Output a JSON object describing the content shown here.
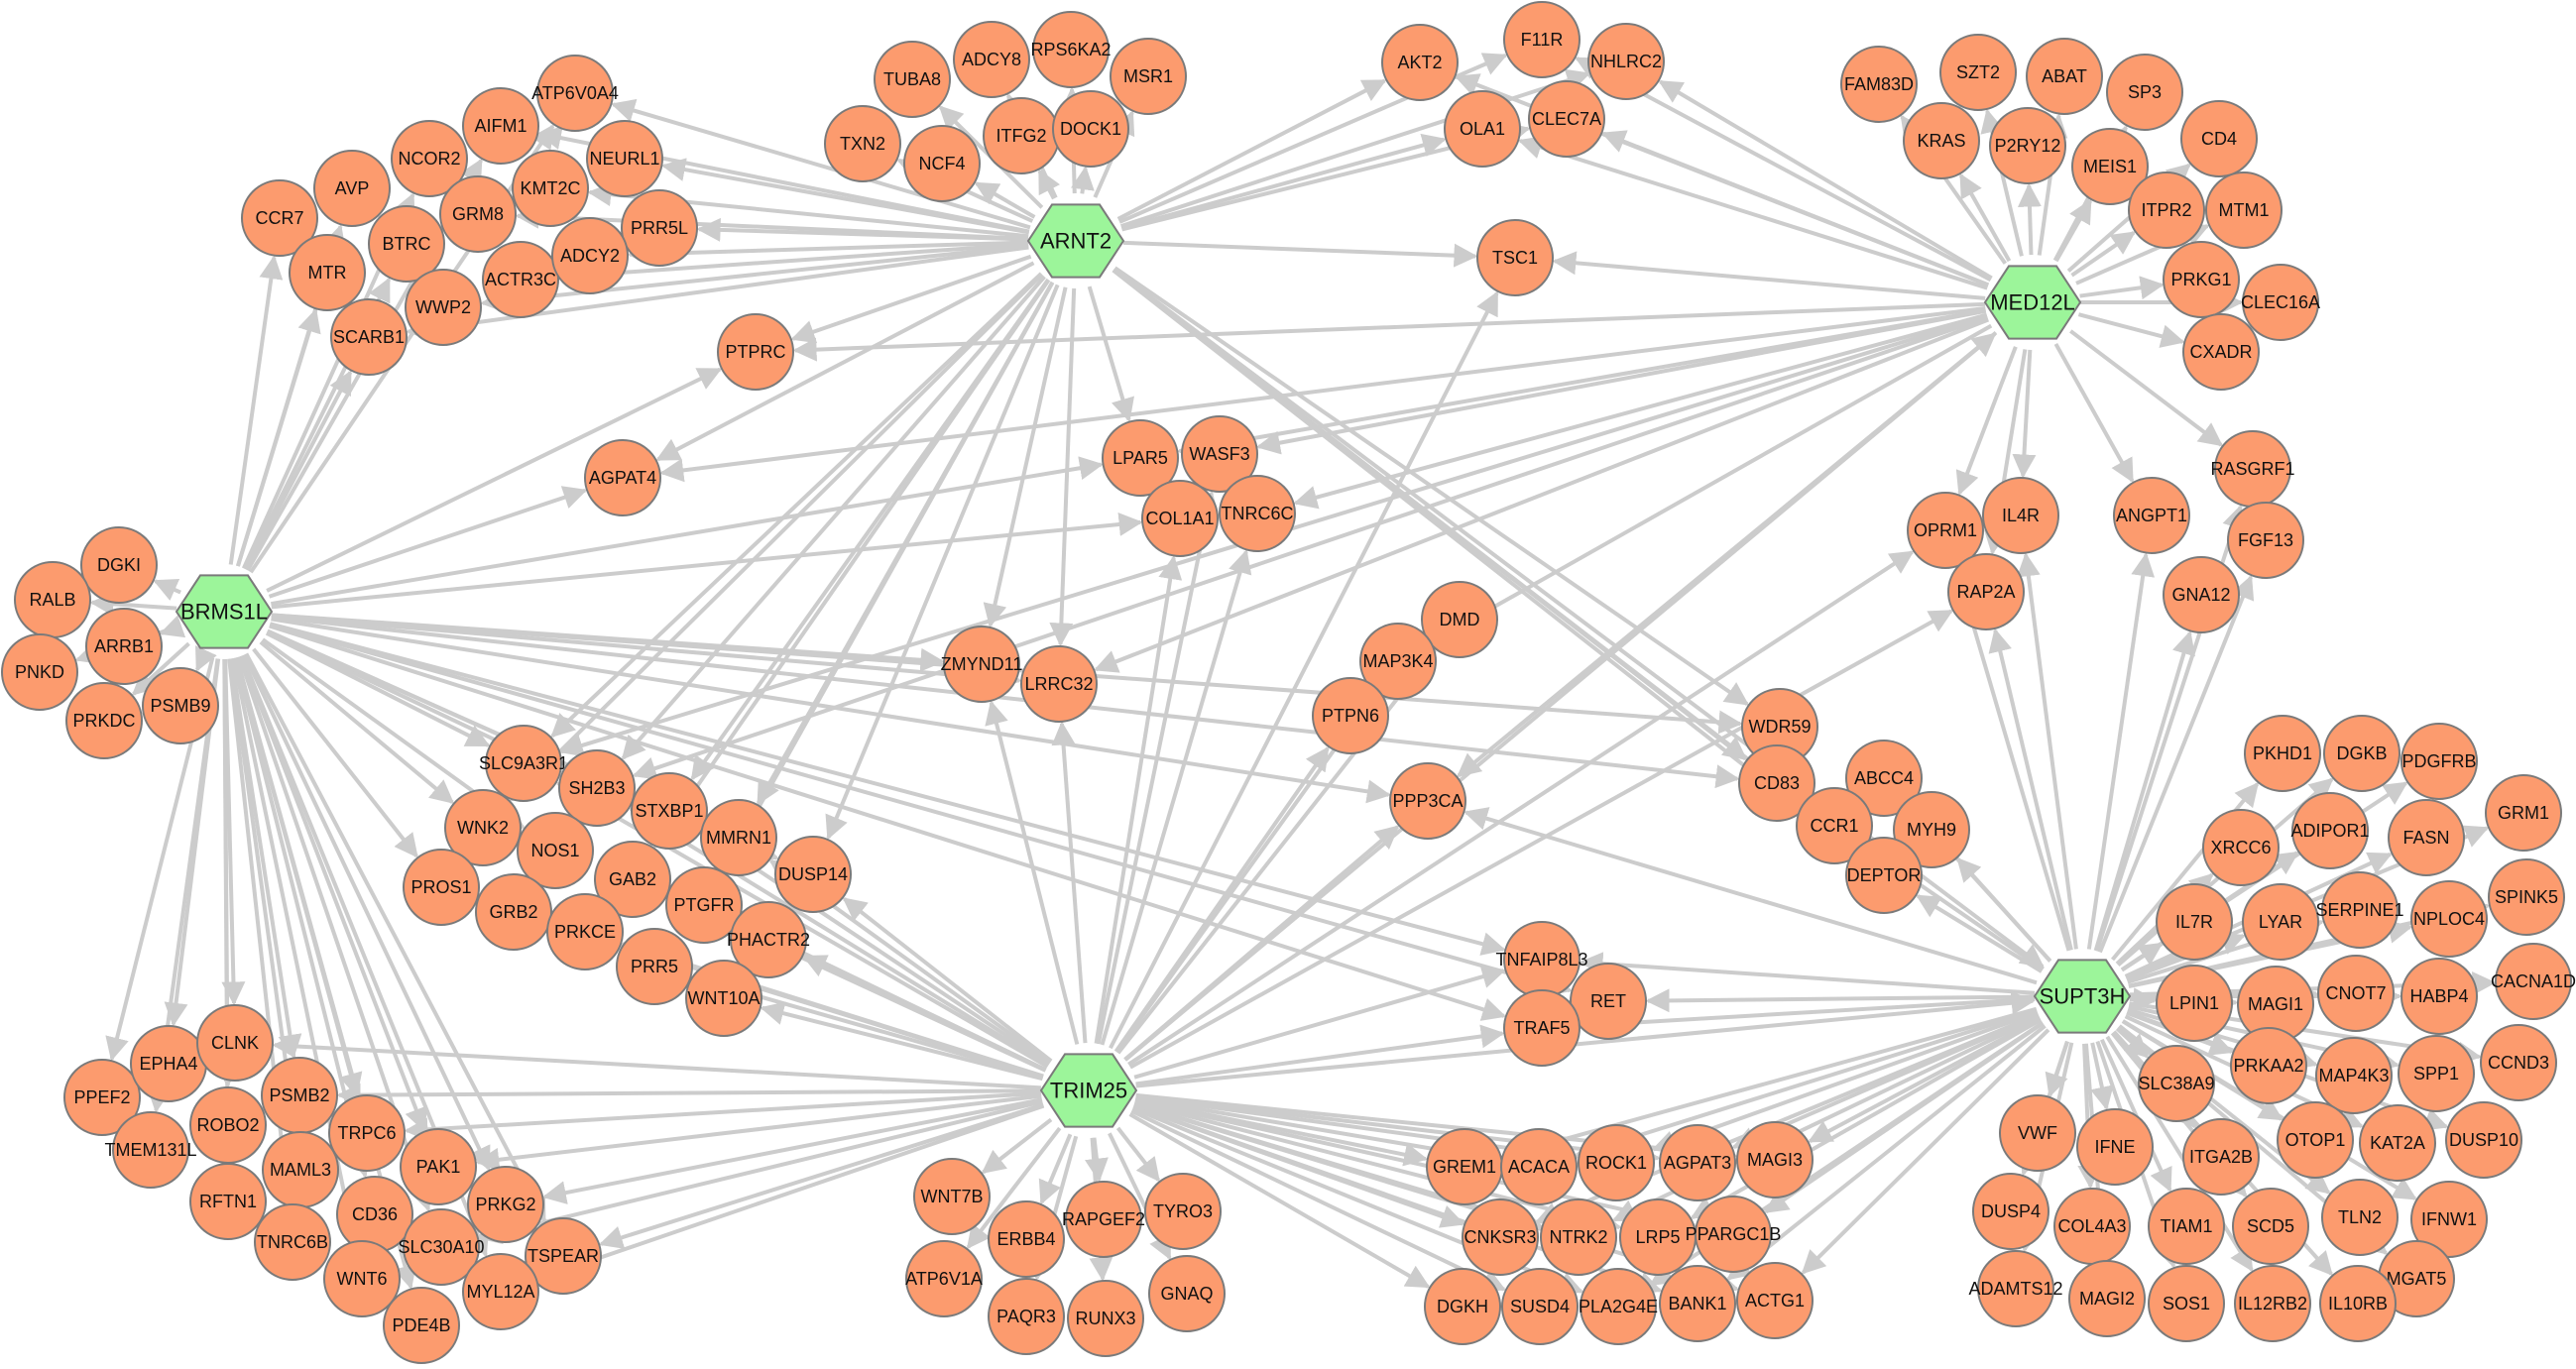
{
  "colors": {
    "gene_fill": "#fc9b6e",
    "hub_fill": "#9cf59a",
    "edge": "#cccccc",
    "stroke": "#7a7a7a"
  },
  "hubs": [
    "ARNT2",
    "MED12L",
    "BRMS1L",
    "TRIM25",
    "SUPT3H"
  ],
  "genes": [
    "TUBA8",
    "ADCY8",
    "RPS6KA2",
    "MSR1",
    "TXN2",
    "NCF4",
    "ITFG2",
    "DOCK1",
    "AKT2",
    "F11R",
    "NHLRC2",
    "OLA1",
    "CLEC7A",
    "FAM83D",
    "SZT2",
    "ABAT",
    "SP3",
    "KRAS",
    "P2RY12",
    "MEIS1",
    "CD4",
    "ITPR2",
    "MTM1",
    "PRKG1",
    "CLEC16A",
    "CXADR",
    "ATP6V0A4",
    "AIFM1",
    "NCOR2",
    "NEURL1",
    "AVP",
    "KMT2C",
    "GRM8",
    "PRR5L",
    "CCR7",
    "BTRC",
    "ACTR3C",
    "ADCY2",
    "MTR",
    "WWP2",
    "SCARB1",
    "TSC1",
    "PTPRC",
    "AGPAT4",
    "LPAR5",
    "WASF3",
    "COL1A1",
    "TNRC6C",
    "RASGRF1",
    "ANGPT1",
    "FGF13",
    "GNA12",
    "OPRM1",
    "IL4R",
    "RAP2A",
    "DGKI",
    "RALB",
    "ARRB1",
    "PNKD",
    "PSMB9",
    "PRKDC",
    "ZMYND11",
    "LRRC32",
    "DMD",
    "MAP3K4",
    "PTPN6",
    "WDR59",
    "ABCC4",
    "CD83",
    "CCR1",
    "MYH9",
    "DEPTOR",
    "PPP3CA",
    "SLC9A3R1",
    "SH2B3",
    "STXBP1",
    "WNK2",
    "NOS1",
    "MMRN1",
    "PROS1",
    "GAB2",
    "DUSP14",
    "GRB2",
    "PTGFR",
    "PRKCE",
    "PHACTR2",
    "PRR5",
    "WNT10A",
    "TNFAIP8L3",
    "RET",
    "TRAF5",
    "PKHD1",
    "DGKB",
    "PDGFRB",
    "GRM1",
    "XRCC6",
    "ADIPOR1",
    "FASN",
    "SPINK5",
    "IL7R",
    "LYAR",
    "SERPINE1",
    "NPLOC4",
    "CACNA1D",
    "LPIN1",
    "MAGI1",
    "CNOT7",
    "HABP4",
    "SLC38A9",
    "PRKAA2",
    "MAP4K3",
    "SPP1",
    "CCND3",
    "ITGA2B",
    "OTOP1",
    "KAT2A",
    "DUSP10",
    "VWF",
    "IFNE",
    "TLN2",
    "IFNW1",
    "DUSP4",
    "COL4A3",
    "TIAM1",
    "SCD5",
    "MGAT5",
    "ADAMTS12",
    "MAGI2",
    "SOS1",
    "IL12RB2",
    "IL10RB",
    "PPEF2",
    "EPHA4",
    "CLNK",
    "PSMB2",
    "TMEM131L",
    "ROBO2",
    "MAML3",
    "TRPC6",
    "RFTN1",
    "PAK1",
    "CD36",
    "TNRC6B",
    "SLC30A10",
    "PRKG2",
    "WNT6",
    "TSPEAR",
    "PDE4B",
    "MYL12A",
    "WNT7B",
    "ERBB4",
    "RAPGEF2",
    "TYRO3",
    "ATP6V1A",
    "PAQR3",
    "RUNX3",
    "GNAQ",
    "GREM1",
    "ACACA",
    "ROCK1",
    "AGPAT3",
    "MAGI3",
    "CNKSR3",
    "NTRK2",
    "LRP5",
    "PPARGC1B",
    "DGKH",
    "SUSD4",
    "PLA2G4E",
    "BANK1",
    "ACTG1"
  ],
  "edges": [
    [
      "ARNT2",
      [
        "TUBA8",
        "ADCY8",
        "RPS6KA2",
        "MSR1",
        "TXN2",
        "NCF4",
        "ITFG2",
        "DOCK1",
        "AKT2",
        "F11R",
        "NHLRC2",
        "OLA1",
        "CLEC7A",
        "TSC1",
        "PTPRC",
        "AGPAT4",
        "LPAR5",
        "ATP6V0A4",
        "AIFM1",
        "NEURL1",
        "KMT2C",
        "GRM8",
        "PRR5L",
        "ACTR3C",
        "ADCY2",
        "WWP2",
        "SCARB1",
        "ZMYND11",
        "LRRC32",
        "SLC9A3R1",
        "SH2B3",
        "STXBP1",
        "WNK2",
        "MMRN1",
        "DUSP14",
        "GAB2",
        "PTGFR",
        "WDR59",
        "CD83",
        "CCR1",
        "DEPTOR",
        "SUPT3H"
      ]
    ],
    [
      "MED12L",
      [
        "FAM83D",
        "SZT2",
        "ABAT",
        "SP3",
        "KRAS",
        "P2RY12",
        "MEIS1",
        "CD4",
        "ITPR2",
        "MTM1",
        "PRKG1",
        "CLEC16A",
        "CXADR",
        "AKT2",
        "F11R",
        "NHLRC2",
        "OLA1",
        "CLEC7A",
        "TSC1",
        "PTPRC",
        "AGPAT4",
        "LPAR5",
        "WASF3",
        "TNRC6C",
        "RASGRF1",
        "ANGPT1",
        "OPRM1",
        "IL4R",
        "RAP2A",
        "LRRC32",
        "PPP3CA",
        "MAP3K4",
        "SLC9A3R1",
        "SH2B3"
      ]
    ],
    [
      "BRMS1L",
      [
        "DGKI",
        "RALB",
        "ARRB1",
        "PNKD",
        "PSMB9",
        "PRKDC",
        "CCR7",
        "MTR",
        "AVP",
        "BTRC",
        "SCARB1",
        "AIFM1",
        "NCOR2",
        "ATP6V0A4",
        "PTPRC",
        "AGPAT4",
        "COL1A1",
        "LPAR5",
        "ZMYND11",
        "LRRC32",
        "PPP3CA",
        "WNK2",
        "PROS1",
        "SLC9A3R1",
        "SH2B3",
        "NOS1",
        "STXBP1",
        "DUSP14",
        "TNFAIP8L3",
        "RET",
        "TRAF5",
        "PPEF2",
        "EPHA4",
        "CLNK",
        "PSMB2",
        "TMEM131L",
        "ROBO2",
        "MAML3",
        "TRPC6",
        "RFTN1",
        "PAK1",
        "CD36",
        "TNRC6B",
        "SLC30A10",
        "PRKG2",
        "WNT6",
        "TSPEAR",
        "PDE4B",
        "MYL12A",
        "WDR59",
        "CD83"
      ]
    ],
    [
      "TRIM25",
      [
        "PTPN6",
        "MAP3K4",
        "DMD",
        "TSC1",
        "ZMYND11",
        "LRRC32",
        "COL1A1",
        "TNRC6C",
        "WASF3",
        "MMRN1",
        "DUSP14",
        "PHACTR2",
        "WNT10A",
        "PRR5",
        "PTGFR",
        "GAB2",
        "PRKCE",
        "GRB2",
        "SLC9A3R1",
        "SH2B3",
        "STXBP1",
        "CLNK",
        "PSMB2",
        "TRPC6",
        "PAK1",
        "PRKG2",
        "TSPEAR",
        "SLC30A10",
        "MYL12A",
        "WNT7B",
        "ERBB4",
        "RAPGEF2",
        "TYRO3",
        "ATP6V1A",
        "PAQR3",
        "RUNX3",
        "GNAQ",
        "GREM1",
        "ACACA",
        "ROCK1",
        "AGPAT3",
        "MAGI3",
        "CNKSR3",
        "NTRK2",
        "LRP5",
        "PPARGC1B",
        "DGKH",
        "SUSD4",
        "PLA2G4E",
        "BANK1",
        "ACTG1",
        "TNFAIP8L3",
        "TRAF5",
        "RAP2A",
        "OPRM1",
        "PPP3CA",
        "SUPT3H",
        "MED12L"
      ]
    ],
    [
      "SUPT3H",
      [
        "PKHD1",
        "DGKB",
        "PDGFRB",
        "GRM1",
        "XRCC6",
        "ADIPOR1",
        "FASN",
        "SPINK5",
        "IL7R",
        "LYAR",
        "SERPINE1",
        "NPLOC4",
        "CACNA1D",
        "LPIN1",
        "MAGI1",
        "CNOT7",
        "HABP4",
        "SLC38A9",
        "PRKAA2",
        "MAP4K3",
        "SPP1",
        "CCND3",
        "ITGA2B",
        "OTOP1",
        "KAT2A",
        "DUSP10",
        "VWF",
        "IFNE",
        "TLN2",
        "IFNW1",
        "DUSP4",
        "COL4A3",
        "TIAM1",
        "SCD5",
        "MGAT5",
        "ADAMTS12",
        "MAGI2",
        "SOS1",
        "IL12RB2",
        "IL10RB",
        "RET",
        "TRAF5",
        "TNFAIP8L3",
        "DEPTOR",
        "MYH9",
        "CCR1",
        "ABCC4",
        "OPRM1",
        "IL4R",
        "RAP2A",
        "ANGPT1",
        "GNA12",
        "FGF13",
        "RASGRF1",
        "GREM1",
        "ACACA",
        "ROCK1",
        "AGPAT3",
        "MAGI3",
        "CNKSR3",
        "NTRK2",
        "LRP5",
        "PPARGC1B",
        "ACTG1",
        "BANK1",
        "PLA2G4E",
        "PPP3CA"
      ]
    ]
  ]
}
